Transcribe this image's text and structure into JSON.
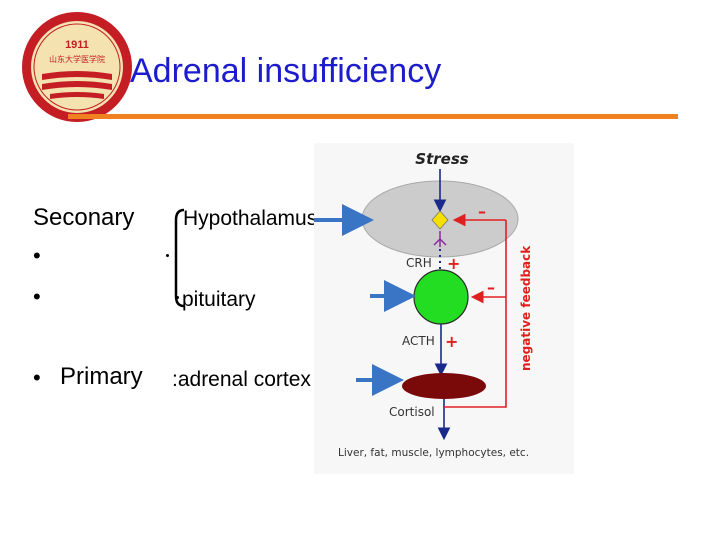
{
  "slide": {
    "title": "Adrenal insufficiency",
    "logo_lines": [
      "1911",
      "山东大学医学院"
    ],
    "text": {
      "secondary": "Seconary",
      "hypothalamus": "Hypothalamus",
      "bullet": "•",
      "pituitary": "pituitary",
      "primary": "Primary",
      "adrenal_cortex": ":adrenal cortex"
    }
  },
  "diagram": {
    "stress": "Stress",
    "crh": "CRH",
    "acth": "ACTH",
    "cortisol": "Cortisol",
    "targets": "Liver, fat, muscle, lymphocytes, etc.",
    "negative_feedback": "negative feedback",
    "plus": "+",
    "minus": "–"
  },
  "colors": {
    "title": "#1c1ccc",
    "rule": "#f08020",
    "hypothalamus_fill": "#cccccc",
    "pituitary_fill": "#22dd22",
    "adrenal_fill": "#7a0a0a",
    "arrow_blue": "#3a74c4",
    "feedback_red": "#e02020"
  }
}
